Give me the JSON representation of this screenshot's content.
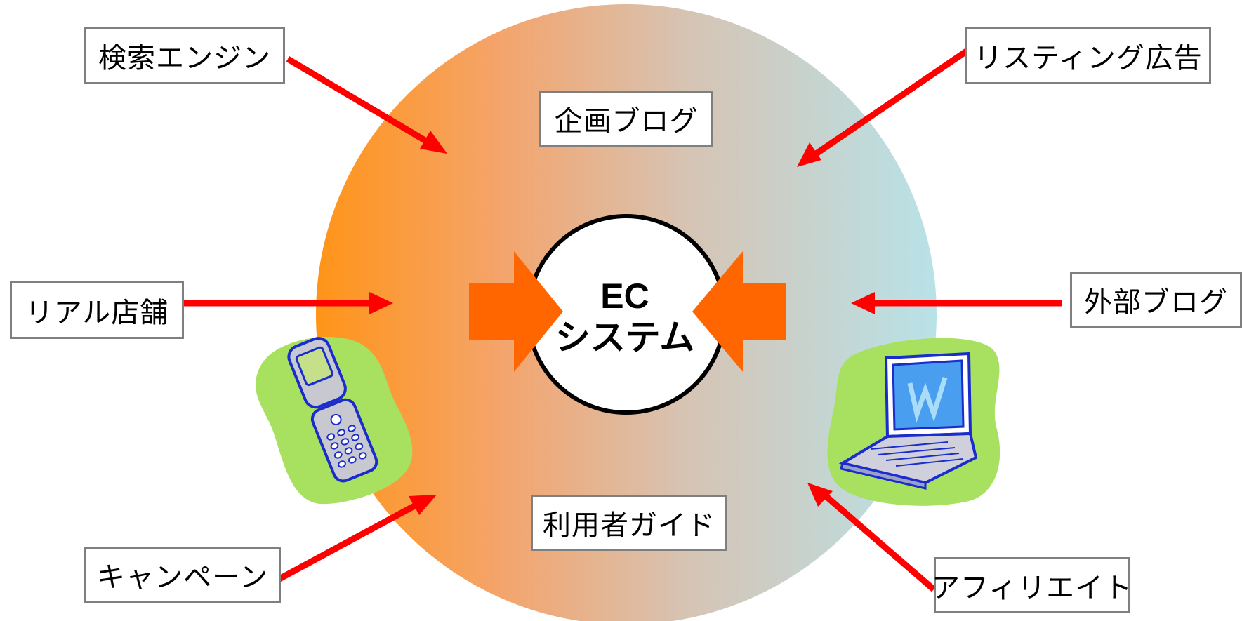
{
  "center": {
    "line1": "EC",
    "line2": "システム"
  },
  "labels": {
    "search_engine": "検索エンジン",
    "listing_ads": "リスティング広告",
    "planning_blog": "企画ブログ",
    "real_store": "リアル店舗",
    "external_blog": "外部ブログ",
    "user_guide": "利用者ガイド",
    "campaign": "キャンペーン",
    "affiliate": "アフィリエイト"
  },
  "colors": {
    "gradient_left": "#ff9418",
    "gradient_right": "#b8e2e8",
    "arrow_red": "#ff0000",
    "big_arrow_orange": "#ff6600",
    "blob_green": "#a8e060"
  },
  "icons": [
    "mobile-phone-icon",
    "laptop-icon"
  ]
}
